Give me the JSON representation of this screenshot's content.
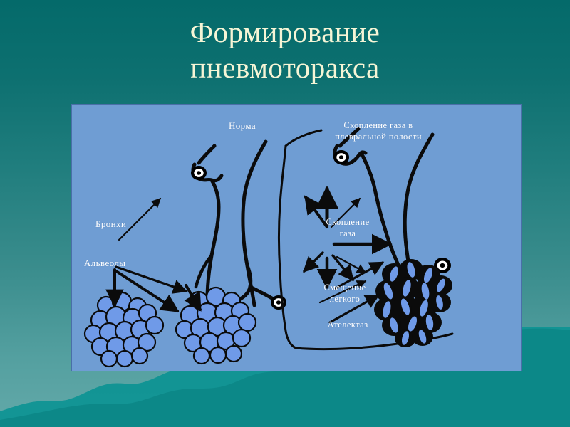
{
  "slide": {
    "title": "Формирование\nпневмоторакса",
    "title_color": "#f6f5d6",
    "background_top_color": "#046a6a",
    "background_bottom_color": "#63a9a9"
  },
  "panel": {
    "background_color": "#6f9dd3",
    "border_color": "#4a6fa8",
    "label_color": "#ffffff",
    "ink_color": "#000000",
    "alveoli_fill_color": "#6f9ae8"
  },
  "labels": {
    "norma": "Норма",
    "bronhi": "Бронхи",
    "alveoli": "Альвеолы",
    "skoplenie_plevra": "Скопление газа в\nплевральной полости",
    "skoplenie_gaza": "Скопление\nгаза",
    "smeshenie_legkogo": "Смещение\nлегкого",
    "atelektaz": "Ателектаз"
  }
}
